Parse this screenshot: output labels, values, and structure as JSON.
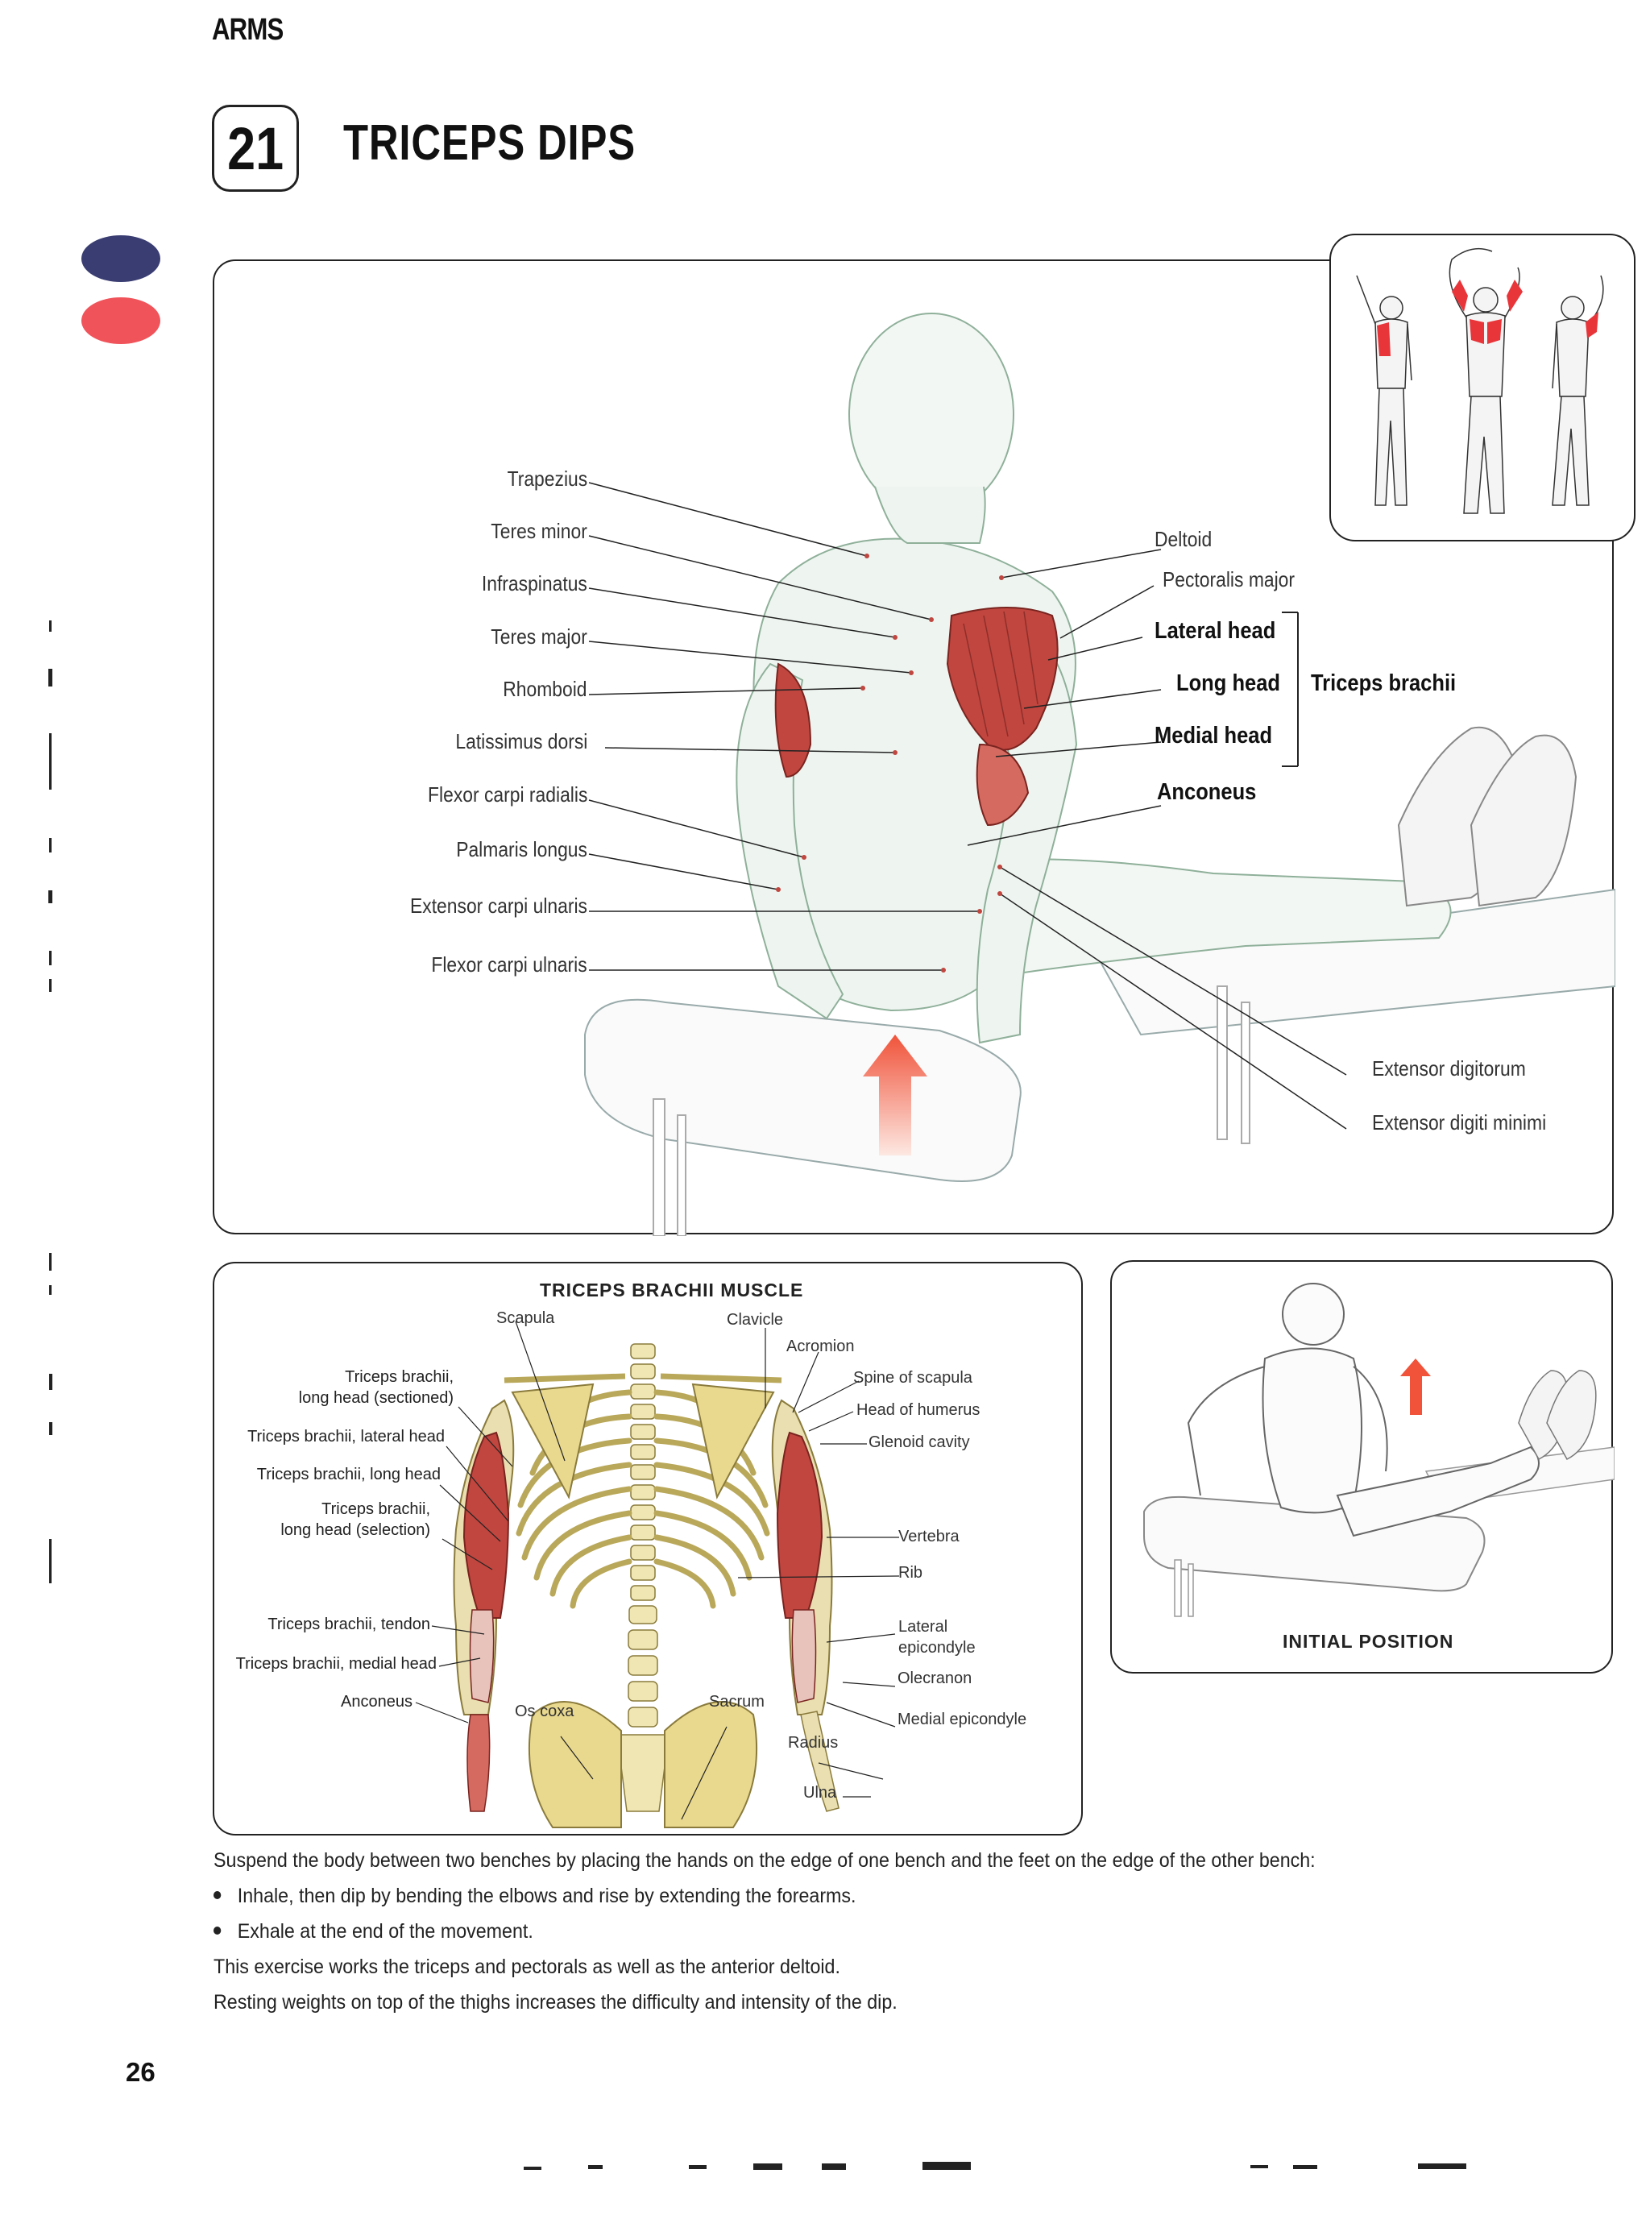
{
  "header": {
    "section": "ARMS",
    "exercise_number": "21",
    "exercise_title": "TRICEPS DIPS"
  },
  "side_dots": {
    "navy": "#3a3d72",
    "red": "#f0535a"
  },
  "main_illustration": {
    "left_labels": [
      "Trapezius",
      "Teres minor",
      "Infraspinatus",
      "Teres major",
      "Rhomboid",
      "Latissimus dorsi",
      "Flexor carpi radialis",
      "Palmaris longus",
      "Extensor carpi ulnaris",
      "Flexor carpi ulnaris"
    ],
    "right_labels": {
      "deltoid": "Deltoid",
      "pectoralis": "Pectoralis major",
      "lateral_head": "Lateral head",
      "long_head": "Long head",
      "medial_head": "Medial head",
      "triceps_group": "Triceps brachii",
      "anconeus": "Anconeus",
      "extensor_digitorum": "Extensor digitorum",
      "extensor_digiti_minimi": "Extensor digiti minimi"
    },
    "muscle_color": "#c0463f"
  },
  "anatomy_panel": {
    "title": "TRICEPS BRACHII MUSCLE",
    "top_labels": {
      "scapula": "Scapula",
      "clavicle": "Clavicle",
      "acromion": "Acromion"
    },
    "left_labels": {
      "long_sectioned_1": "Triceps brachii,",
      "long_sectioned_2": "long head (sectioned)",
      "lateral": "Triceps brachii, lateral head",
      "long": "Triceps brachii, long head",
      "long_selection_1": "Triceps brachii,",
      "long_selection_2": "long head (selection)",
      "tendon": "Triceps brachii, tendon",
      "medial": "Triceps brachii, medial head",
      "anconeus": "Anconeus"
    },
    "right_labels": {
      "spine_scapula": "Spine of scapula",
      "head_humerus": "Head of humerus",
      "glenoid": "Glenoid cavity",
      "vertebra": "Vertebra",
      "rib": "Rib",
      "lateral_epicondyle_1": "Lateral",
      "lateral_epicondyle_2": "epicondyle",
      "olecranon": "Olecranon",
      "medial_epicondyle": "Medial epicondyle"
    },
    "bottom_labels": {
      "os_coxa": "Os coxa",
      "sacrum": "Sacrum",
      "radius": "Radius",
      "ulna": "Ulna"
    }
  },
  "initial_panel": {
    "caption": "INITIAL POSITION"
  },
  "instructions": {
    "intro": "Suspend the body between two benches by placing the hands on the edge of one bench and the feet on the edge of the other bench:",
    "bullets": [
      "Inhale, then dip by bending the elbows and rise by extending the forearms.",
      "Exhale at the end of the movement."
    ],
    "line1": "This exercise works the triceps and pectorals as well as the anterior deltoid.",
    "line2": "Resting weights on top of the thighs increases the difficulty and intensity of the dip."
  },
  "page_number": "26"
}
